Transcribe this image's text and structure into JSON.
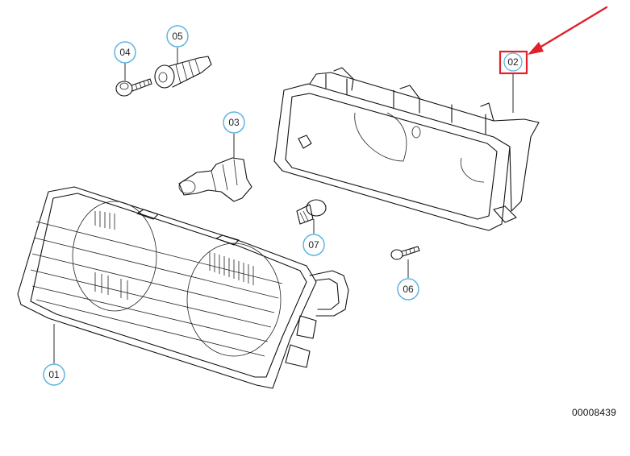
{
  "callouts": [
    {
      "id": "01",
      "label": "01"
    },
    {
      "id": "02",
      "label": "02"
    },
    {
      "id": "03",
      "label": "03"
    },
    {
      "id": "04",
      "label": "04"
    },
    {
      "id": "05",
      "label": "05"
    },
    {
      "id": "06",
      "label": "06"
    },
    {
      "id": "07",
      "label": "07"
    }
  ],
  "drawing_number": "00008439",
  "colors": {
    "callout_stroke": "#5fb4e0",
    "highlight": "#e0202a",
    "line": "#111111"
  }
}
